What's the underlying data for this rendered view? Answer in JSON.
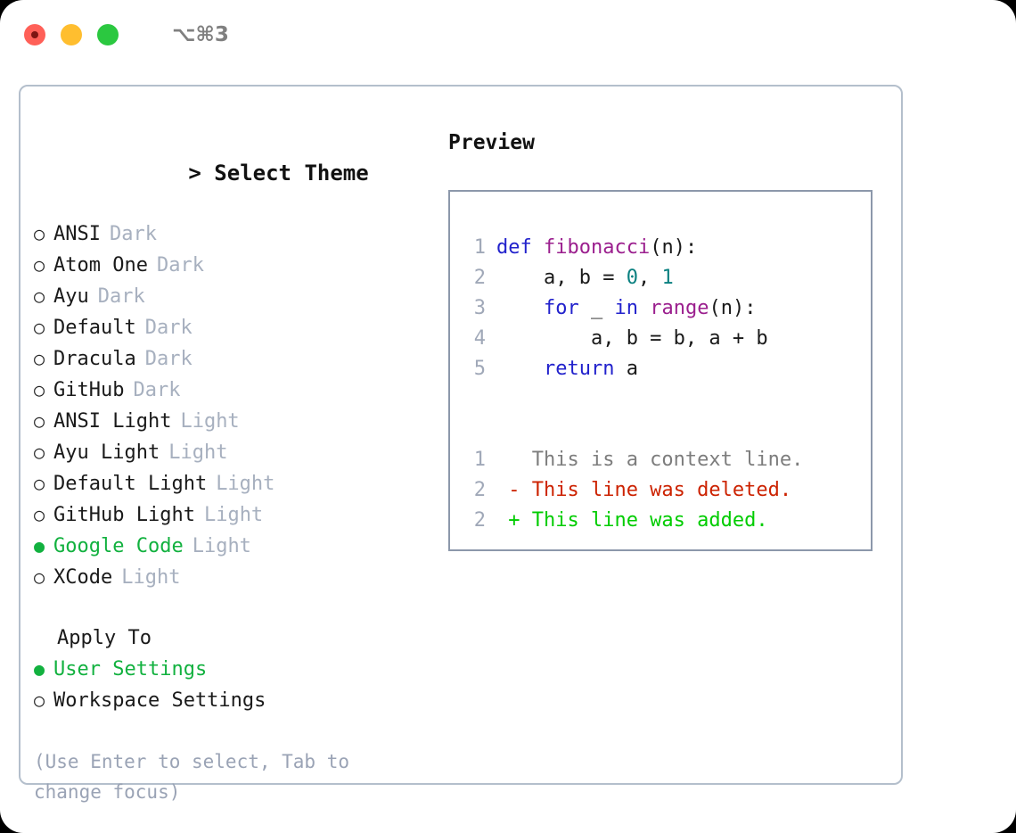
{
  "titlebar": {
    "shortcut": "⌥⌘3",
    "buttons": [
      {
        "name": "close",
        "color": "#ff6058"
      },
      {
        "name": "minimize",
        "color": "#ffbe2f"
      },
      {
        "name": "maximize",
        "color": "#2bc840"
      }
    ]
  },
  "colors": {
    "accent_green": "#12b13f",
    "muted": "#a7b0bf",
    "hint": "#9aa3b5",
    "panel_border": "#b4bfcc",
    "code_border": "#8c98ab",
    "keyword": "#2222cc",
    "function": "#9b1f8e",
    "number": "#0a8080",
    "diff_context": "#7d7d7d",
    "diff_deleted": "#cc2200",
    "diff_added": "#00cc00",
    "line_number": "#a0a8b8"
  },
  "theme_picker": {
    "title": "Select Theme",
    "title_marker": ">",
    "marker_selected": "●",
    "marker_unselected": "○",
    "items": [
      {
        "label": "ANSI",
        "tag": "Dark",
        "selected": false
      },
      {
        "label": "Atom One",
        "tag": "Dark",
        "selected": false
      },
      {
        "label": "Ayu",
        "tag": "Dark",
        "selected": false
      },
      {
        "label": "Default",
        "tag": "Dark",
        "selected": false
      },
      {
        "label": "Dracula",
        "tag": "Dark",
        "selected": false
      },
      {
        "label": "GitHub",
        "tag": "Dark",
        "selected": false
      },
      {
        "label": "ANSI Light",
        "tag": "Light",
        "selected": false
      },
      {
        "label": "Ayu Light",
        "tag": "Light",
        "selected": false
      },
      {
        "label": "Default Light",
        "tag": "Light",
        "selected": false
      },
      {
        "label": "GitHub Light",
        "tag": "Light",
        "selected": false
      },
      {
        "label": "Google Code",
        "tag": "Light",
        "selected": true
      },
      {
        "label": "XCode",
        "tag": "Light",
        "selected": false
      }
    ]
  },
  "apply_to": {
    "title": "Apply To",
    "items": [
      {
        "label": "User Settings",
        "selected": true
      },
      {
        "label": "Workspace Settings",
        "selected": false
      }
    ]
  },
  "hint": "(Use Enter to select, Tab to change focus)",
  "preview": {
    "title": "Preview",
    "code_lines": [
      {
        "num": "1",
        "tokens": [
          {
            "t": "def",
            "c": "kw"
          },
          {
            "t": " ",
            "c": "pl"
          },
          {
            "t": "fibonacci",
            "c": "fn"
          },
          {
            "t": "(n):",
            "c": "pl"
          }
        ]
      },
      {
        "num": "2",
        "tokens": [
          {
            "t": "    a, b = ",
            "c": "pl"
          },
          {
            "t": "0",
            "c": "num"
          },
          {
            "t": ", ",
            "c": "pl"
          },
          {
            "t": "1",
            "c": "num"
          }
        ]
      },
      {
        "num": "3",
        "tokens": [
          {
            "t": "    ",
            "c": "pl"
          },
          {
            "t": "for",
            "c": "kw"
          },
          {
            "t": " _ ",
            "c": "pl"
          },
          {
            "t": "in",
            "c": "kw"
          },
          {
            "t": " ",
            "c": "pl"
          },
          {
            "t": "range",
            "c": "fn"
          },
          {
            "t": "(n):",
            "c": "pl"
          }
        ]
      },
      {
        "num": "4",
        "tokens": [
          {
            "t": "        a, b = b, a + b",
            "c": "pl"
          }
        ]
      },
      {
        "num": "5",
        "tokens": [
          {
            "t": "    ",
            "c": "pl"
          },
          {
            "t": "return",
            "c": "kw"
          },
          {
            "t": " a",
            "c": "pl"
          }
        ]
      }
    ],
    "diff_lines": [
      {
        "num": "1",
        "marker": " ",
        "text": " This is a context line.",
        "kind": "ctx"
      },
      {
        "num": "2",
        "marker": "-",
        "text": " This line was deleted.",
        "kind": "del"
      },
      {
        "num": "2",
        "marker": "+",
        "text": " This line was added.",
        "kind": "add"
      }
    ]
  }
}
